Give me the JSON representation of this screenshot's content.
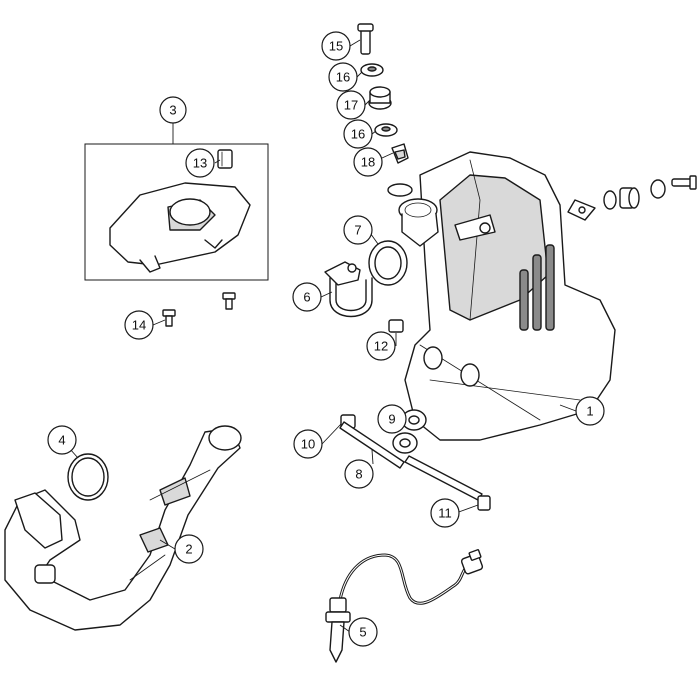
{
  "callouts": [
    {
      "id": "1",
      "label": "1"
    },
    {
      "id": "2",
      "label": "2"
    },
    {
      "id": "3",
      "label": "3"
    },
    {
      "id": "4",
      "label": "4"
    },
    {
      "id": "5",
      "label": "5"
    },
    {
      "id": "6",
      "label": "6"
    },
    {
      "id": "7",
      "label": "7"
    },
    {
      "id": "8",
      "label": "8"
    },
    {
      "id": "9",
      "label": "9"
    },
    {
      "id": "10",
      "label": "10"
    },
    {
      "id": "11",
      "label": "11"
    },
    {
      "id": "12",
      "label": "12"
    },
    {
      "id": "13",
      "label": "13"
    },
    {
      "id": "14",
      "label": "14"
    },
    {
      "id": "15",
      "label": "15"
    },
    {
      "id": "16a",
      "label": "16"
    },
    {
      "id": "17",
      "label": "17"
    },
    {
      "id": "16b",
      "label": "16"
    },
    {
      "id": "18",
      "label": "18"
    }
  ],
  "colors": {
    "line": "#1a1a1a",
    "background": "#ffffff",
    "shade": "#d9d9d9"
  }
}
